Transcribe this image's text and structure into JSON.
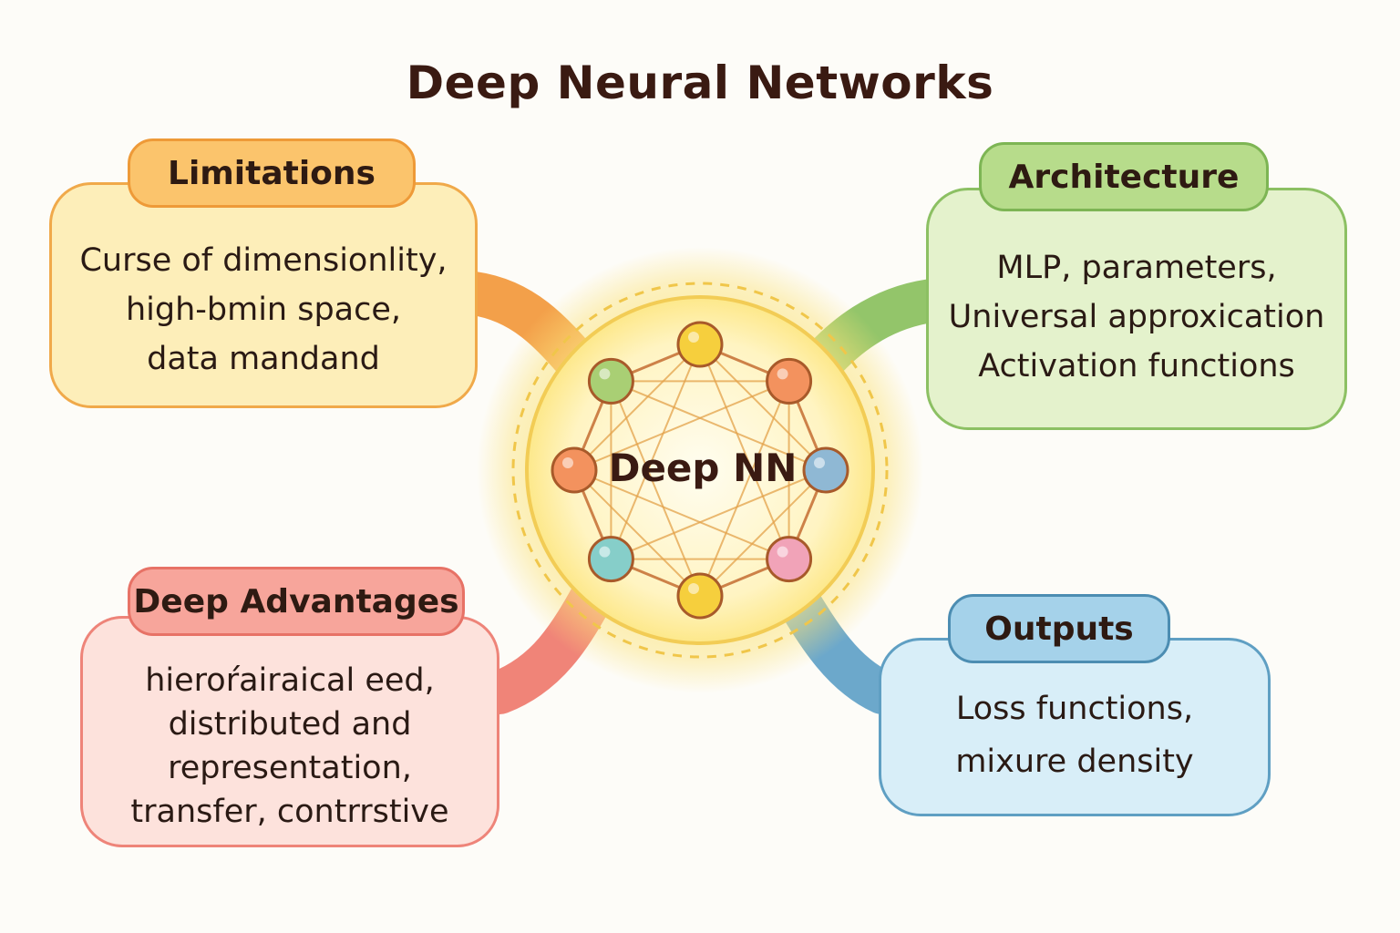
{
  "title": "Deep Neural Networks",
  "center": {
    "label": "Deep NN"
  },
  "limitations": {
    "heading": "Limitations",
    "lines": [
      "Curse of dimensionlity,",
      "high-bmin space,",
      "data mandand"
    ],
    "color": "#f0a94a"
  },
  "architecture": {
    "heading": "Architecture",
    "lines": [
      "MLP, parameters,",
      "Universal approxication",
      "Activation functions"
    ],
    "color": "#8cc063"
  },
  "advantages": {
    "heading": "Deep Advantages",
    "lines": [
      "hieroŕairaical eed,",
      "distributed and",
      "representation,",
      "transfer, contrrstive"
    ],
    "color": "#ee8479"
  },
  "outputs": {
    "heading": "Outputs",
    "lines": [
      "Loss functions,",
      "mixure density"
    ],
    "color": "#5f9fc3"
  },
  "node_colors": [
    "#f6cf3d",
    "#f3925e",
    "#8fb8d4",
    "#f1a3b8",
    "#f6cf3d",
    "#86cec9",
    "#f3925e",
    "#a9cf74"
  ]
}
